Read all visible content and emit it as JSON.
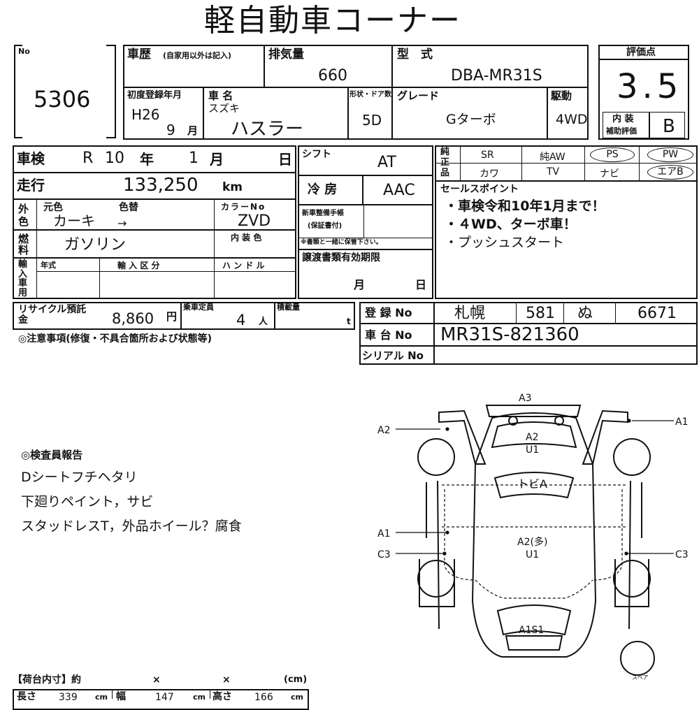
{
  "title": "軽自動車コーナー",
  "no_box": {
    "label": "No",
    "value": "5306"
  },
  "history": {
    "label": "車歴",
    "sublabel": "(自家用以外は記入)"
  },
  "displacement": {
    "label": "排気量",
    "value": "660"
  },
  "model": {
    "label": "型　式",
    "value": "DBA-MR31S"
  },
  "rating": {
    "label": "評価点",
    "value": "3.5",
    "interior_label": "内 装",
    "interior_sub": "補助評価",
    "interior_value": "B"
  },
  "first_reg": {
    "label": "初度登録年月",
    "era_year": "H26",
    "month": "9",
    "month_unit": "月"
  },
  "car_name": {
    "label": "車 名",
    "maker": "スズキ",
    "name": "ハスラー"
  },
  "body_doors": {
    "label": "形状・ドア数",
    "value": "5D"
  },
  "grade": {
    "label": "グレード",
    "value": "Gターボ"
  },
  "drive": {
    "label": "駆動",
    "value": "4WD"
  },
  "inspection": {
    "label": "車検",
    "era": "R",
    "year": "10",
    "year_unit": "年",
    "month": "1",
    "month_unit": "月",
    "day_unit": "日"
  },
  "mileage": {
    "label": "走行",
    "value": "133,250",
    "unit": "km"
  },
  "exterior": {
    "label": "外色",
    "orig_label": "元色",
    "change_label": "色替",
    "color": "カーキ",
    "arrow": "→",
    "color_no_label": "カラーNo",
    "color_no": "ZVD"
  },
  "fuel": {
    "label": "燃料",
    "value": "ガソリン",
    "interior_color_label": "内 装 色"
  },
  "import": {
    "label": "輸入車用",
    "year_label": "年式",
    "type_label": "輸 入 区 分",
    "handle_label": "ハ ン ド ル"
  },
  "shift": {
    "label": "シフト",
    "value": "AT"
  },
  "aircon": {
    "label": "冷 房",
    "value": "AAC"
  },
  "maintenance": {
    "label": "新車整備手帳",
    "sub": "(保証書付)",
    "note": "※書類と一緒に保管下さい。"
  },
  "transfer_docs": {
    "label": "譲渡書類有効期限",
    "month_unit": "月",
    "day_unit": "日"
  },
  "equipment": {
    "genuine_label": "純正品",
    "row1": [
      "SR",
      "純AW",
      "PS",
      "PW"
    ],
    "row2": [
      "カワ",
      "TV",
      "ナビ",
      "エアB"
    ]
  },
  "sales_points": {
    "label": "セールスポイント",
    "items": [
      "・車検令和10年1月まで！",
      "・４WD、ターボ車！",
      "・プッシュスタート"
    ]
  },
  "recycle": {
    "label": "リサイクル預託金",
    "value": "8,860",
    "unit": "円"
  },
  "capacity": {
    "label": "乗車定員",
    "value": "4",
    "unit": "人"
  },
  "load": {
    "label": "積載量",
    "unit": "t"
  },
  "registration": {
    "label": "登 録 No",
    "city": "札幌",
    "class": "581",
    "kana": "ぬ",
    "number": "6671"
  },
  "chassis": {
    "label": "車 台 No",
    "value": "MR31S-821360"
  },
  "serial": {
    "label": "シリアル No"
  },
  "notes_label": "◎注意事項(修復・不具合箇所および状態等)",
  "inspector": {
    "label": "◎検査員報告",
    "lines": [
      "Dシートフチヘタリ",
      "下廻りペイント，サビ",
      "スタッドレスT，外品ホイール？腐食"
    ]
  },
  "diagram": {
    "a3_top": "A3",
    "a2_left": "A2",
    "a1_right": "A1",
    "roof_front_1": "A2",
    "roof_front_2": "U1",
    "tobi": "トビA",
    "a1_left": "A1",
    "c3_left": "C3",
    "roof_mid_1": "A2(多)",
    "roof_mid_2": "U1",
    "c3_right": "C3",
    "rear": "A1S1",
    "spare": "スペア"
  },
  "cargo": {
    "label": "【荷台内寸】約",
    "x1": "×",
    "x2": "×",
    "unit_paren": "(cm)",
    "length_label": "長さ",
    "length": "339",
    "width_label": "幅",
    "width": "147",
    "height_label": "高さ",
    "height": "166",
    "cm": "cm"
  }
}
